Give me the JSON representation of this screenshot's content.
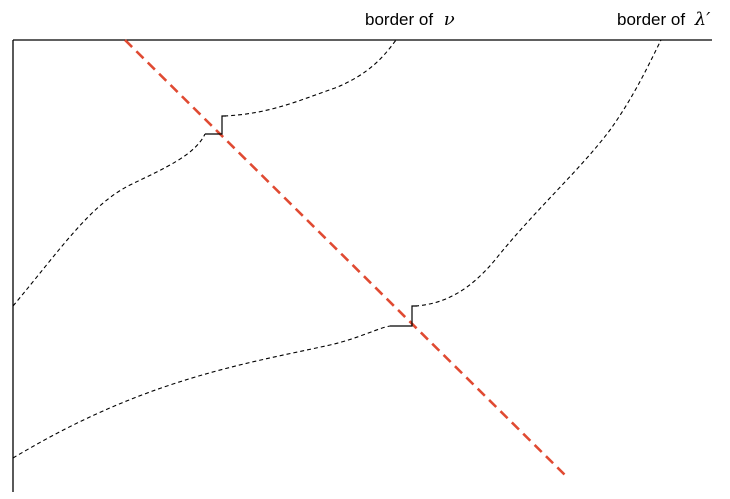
{
  "labels": {
    "nu": {
      "prefix": "border of",
      "symbol": "ν"
    },
    "lambda": {
      "prefix": "border of",
      "symbol": "λ′"
    }
  },
  "colors": {
    "red_line": "#e04a32",
    "curves": "#000000"
  }
}
